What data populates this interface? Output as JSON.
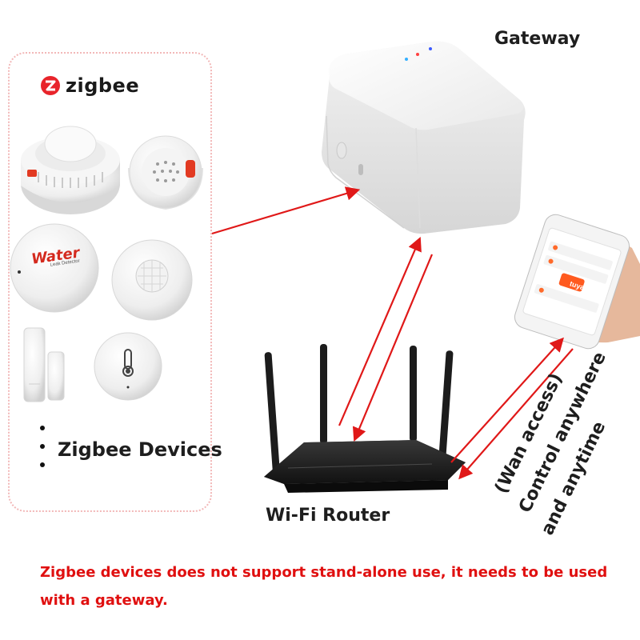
{
  "gateway": {
    "label": "Gateway"
  },
  "zigbee_logo": {
    "text": "zigbee"
  },
  "devices": {
    "label": "Zigbee Devices",
    "water_sensor_text": "Water",
    "water_sensor_subtext": "Leak Detector"
  },
  "router": {
    "label": "Wi-Fi Router"
  },
  "phone": {
    "app_badge": "tuya"
  },
  "remote": {
    "line1": "(Wan access)",
    "line2": "Control anywhere",
    "line3": "and anytime"
  },
  "note": {
    "line1": "Zigbee devices does not support stand-alone use, it needs to be used",
    "line2": "with a gateway."
  },
  "colors": {
    "arrow": "#e01818",
    "note": "#e01010",
    "panel_border": "#f2b8b8"
  }
}
